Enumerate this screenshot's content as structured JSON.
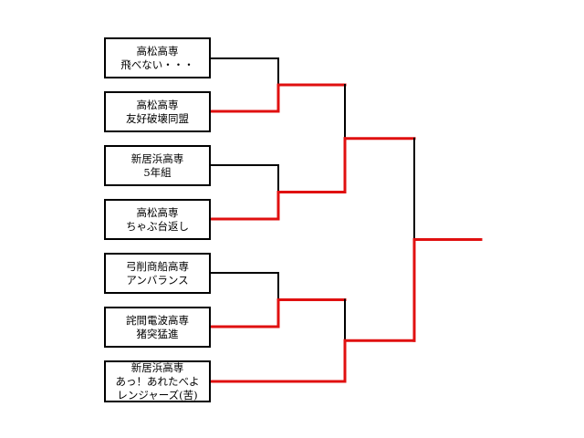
{
  "colors": {
    "line_default": "#000000",
    "line_winner": "#e01010",
    "box_border": "#000000",
    "box_background": "#ffffff",
    "text": "#000000"
  },
  "teams": [
    {
      "school": "高松高専",
      "name": "飛べない・・・",
      "name2": "",
      "advanced": false
    },
    {
      "school": "高松高専",
      "name": "友好破壊同盟",
      "name2": "",
      "advanced": true
    },
    {
      "school": "新居浜高専",
      "name": "5年組",
      "name2": "",
      "advanced": false
    },
    {
      "school": "高松高専",
      "name": "ちゃぶ台返し",
      "name2": "",
      "advanced": true
    },
    {
      "school": "弓削商船高専",
      "name": "アンバランス",
      "name2": "",
      "advanced": false
    },
    {
      "school": "詫間電波高専",
      "name": "猪突猛進",
      "name2": "",
      "advanced": true
    },
    {
      "school": "新居浜高専",
      "name": "あっ！あれたべよ",
      "name2": "レンジャーズ(苦)",
      "advanced": true
    }
  ],
  "matches": {
    "round1": [
      {
        "winner": "bottom"
      },
      {
        "winner": "bottom"
      },
      {
        "winner": "bottom"
      }
    ],
    "semifinal": [
      {
        "winner": "bottom"
      },
      {
        "winner": "bottom"
      }
    ],
    "final": {
      "winner": "bottom"
    }
  }
}
